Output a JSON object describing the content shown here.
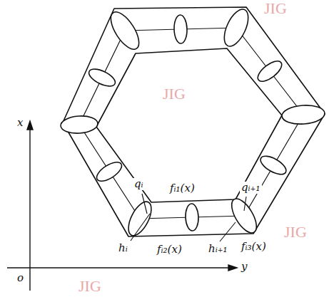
{
  "diagram": {
    "labels": [
      "JIG",
      "JIG",
      "x",
      "qᵢ",
      "fᵢ₁(x)",
      "qᵢ₊₁",
      "hᵢ",
      "fᵢ₂(x)",
      "hᵢ₊₁",
      "fᵢ₃(x)",
      "JIG",
      "o",
      "y",
      "JIG"
    ]
  }
}
